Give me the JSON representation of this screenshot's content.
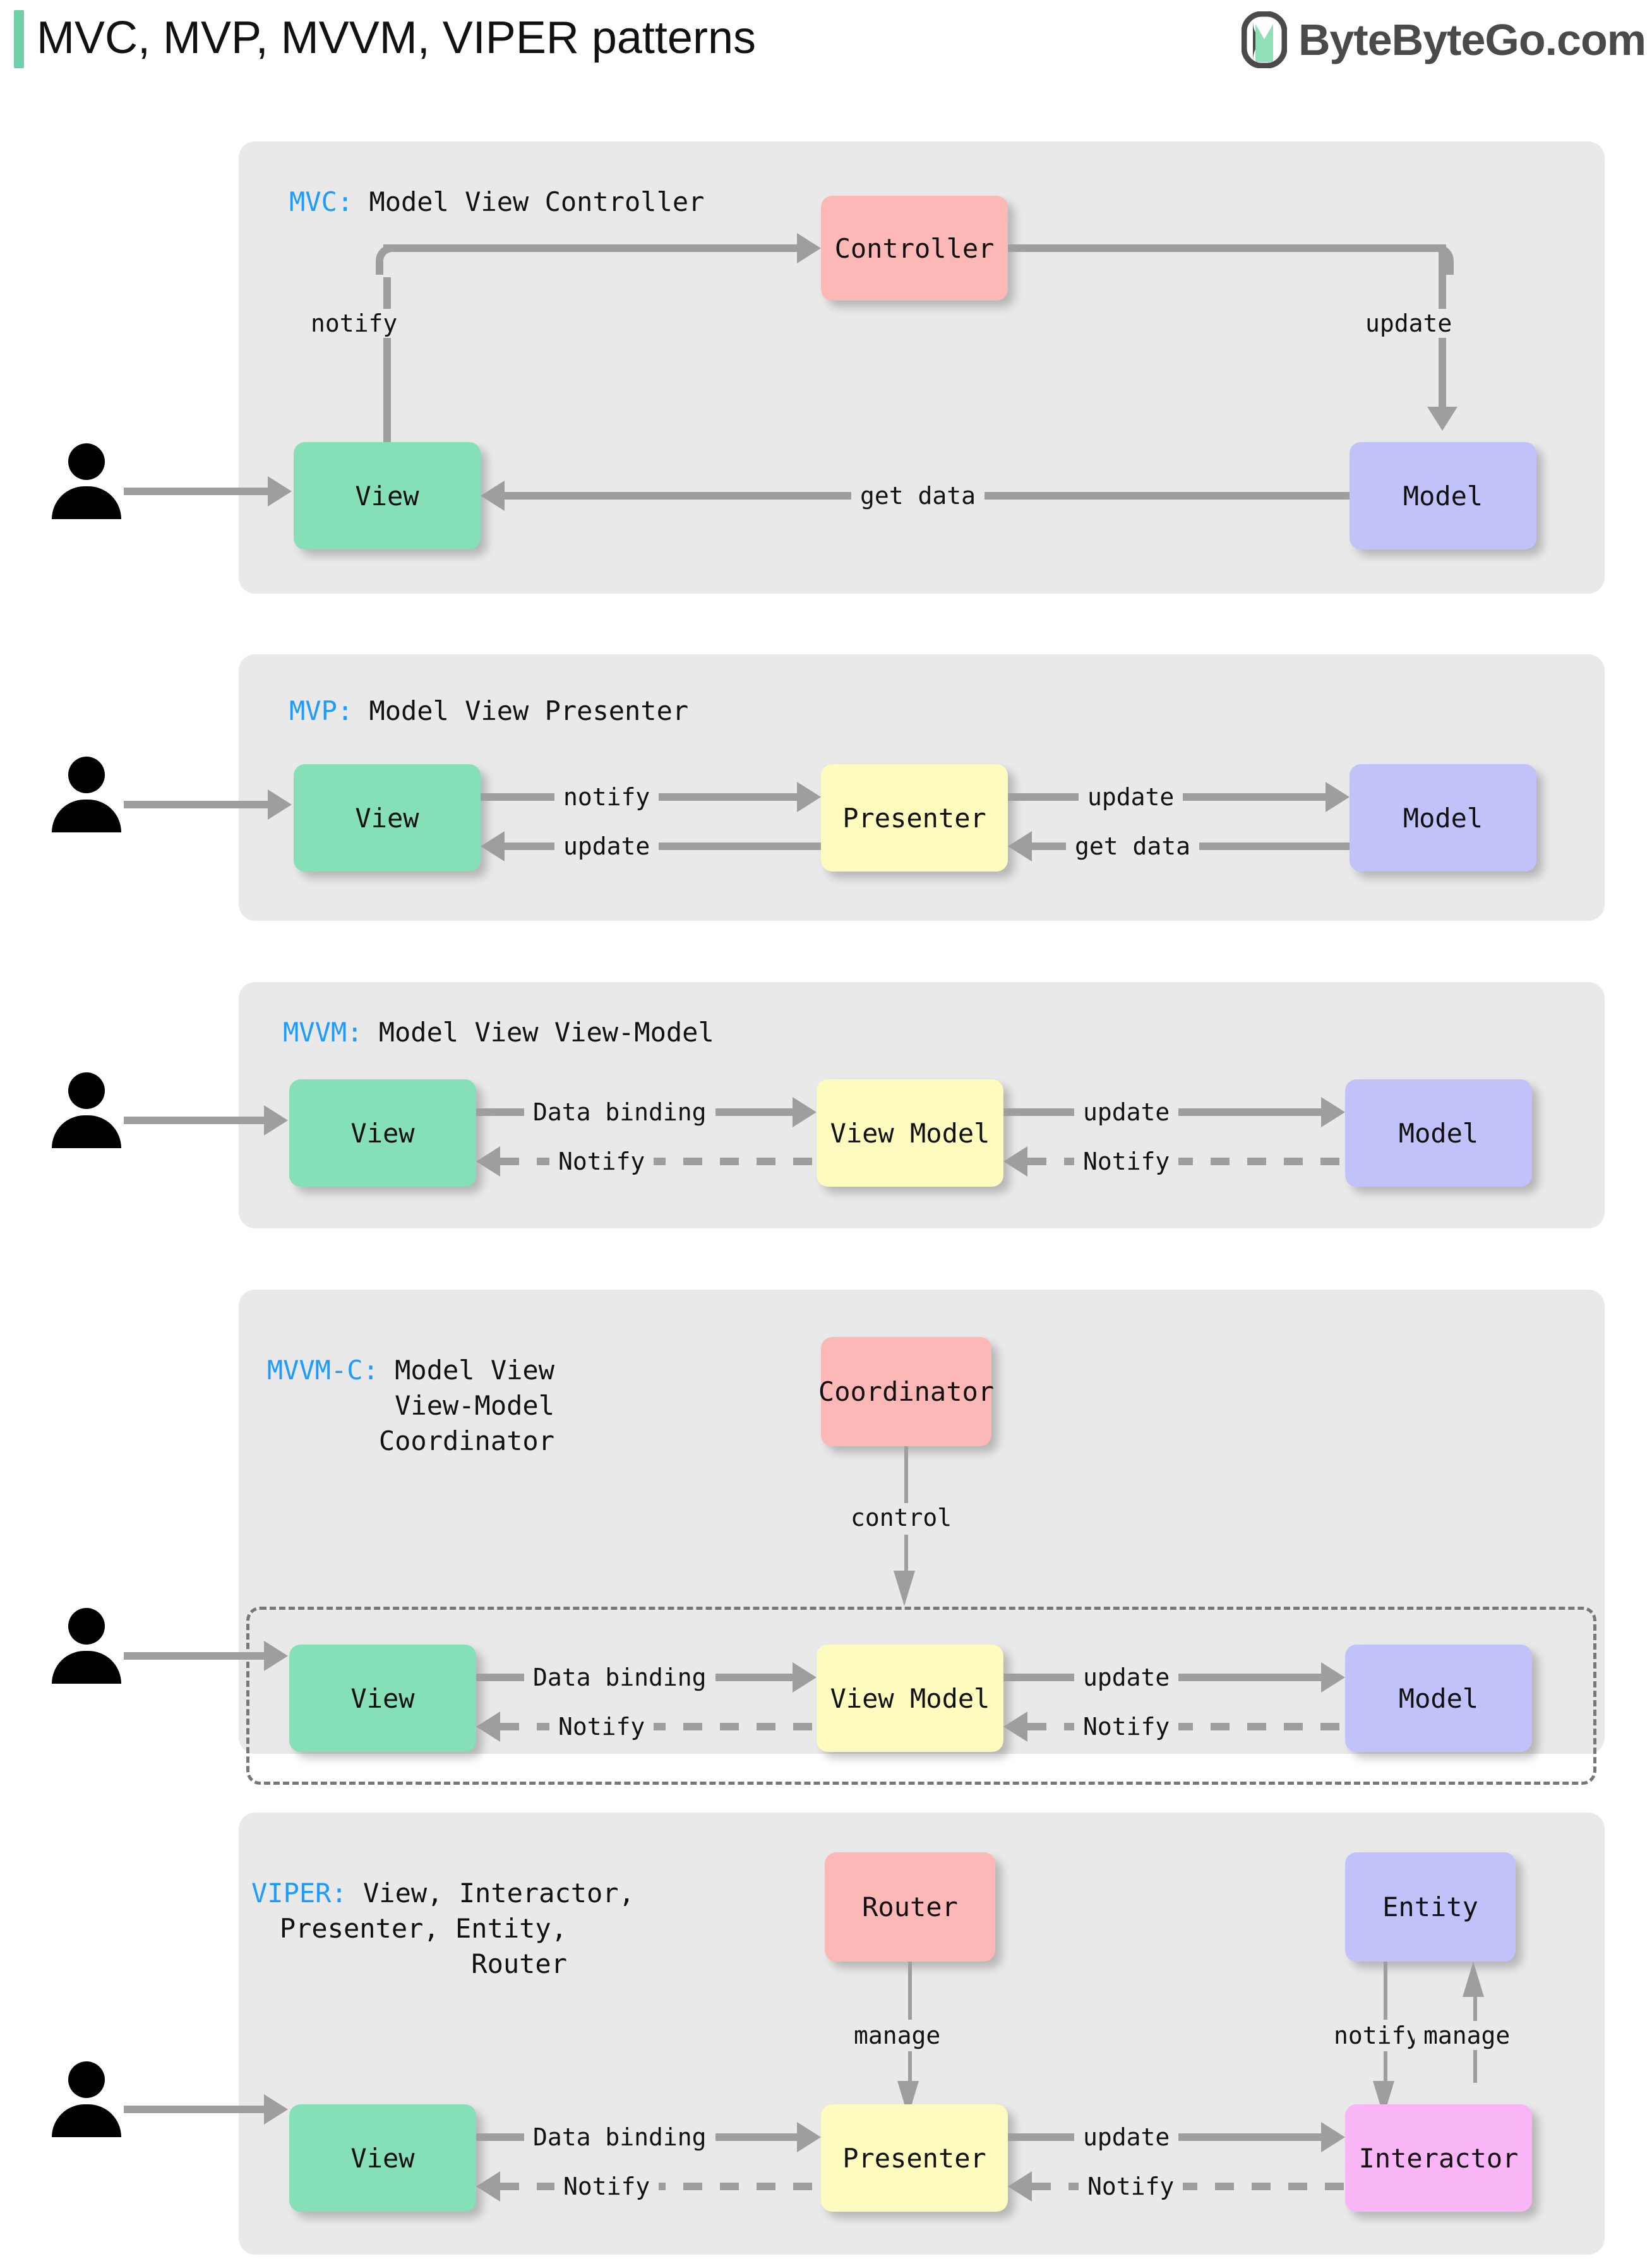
{
  "header": {
    "title": "MVC, MVP, MVVM, VIPER patterns",
    "brand": "ByteByteGo.com",
    "accent_color": "#6ecfa8",
    "brand_text_color": "#4a4a4a"
  },
  "colors": {
    "panel_bg": "#e9e9e9",
    "view": "#85e0b8",
    "model": "#c2c2fa",
    "controller": "#fcb7b7",
    "presenter": "#fdfbbd",
    "interactor": "#f9b6f6",
    "connector": "#9e9e9e",
    "key_label": "#1e9bff"
  },
  "sections": [
    {
      "id": "mvc",
      "key": "MVC:",
      "title": " Model View Controller",
      "nodes": {
        "view": "View",
        "controller": "Controller",
        "model": "Model"
      },
      "edges": {
        "notify": "notify",
        "update": "update",
        "get_data": "get data"
      }
    },
    {
      "id": "mvp",
      "key": "MVP:",
      "title": " Model View Presenter",
      "nodes": {
        "view": "View",
        "presenter": "Presenter",
        "model": "Model"
      },
      "edges": {
        "notify": "notify",
        "update_back": "update",
        "update": "update",
        "get_data": "get data"
      }
    },
    {
      "id": "mvvm",
      "key": "MVVM:",
      "title": " Model View View-Model",
      "nodes": {
        "view": "View",
        "view_model": "View Model",
        "model": "Model"
      },
      "edges": {
        "data_binding": "Data binding",
        "notify_left": "Notify",
        "update": "update",
        "notify_right": "Notify"
      }
    },
    {
      "id": "mvvmc",
      "key": "MVVM-C:",
      "title_lines": [
        " Model View",
        "View-Model",
        "Coordinator"
      ],
      "nodes": {
        "coordinator": "Coordinator",
        "view": "View",
        "view_model": "View Model",
        "model": "Model"
      },
      "edges": {
        "control": "control",
        "data_binding": "Data binding",
        "notify_left": "Notify",
        "update": "update",
        "notify_right": "Notify"
      }
    },
    {
      "id": "viper",
      "key": "VIPER:",
      "title_lines": [
        " View, Interactor,",
        "Presenter, Entity,",
        "Router"
      ],
      "nodes": {
        "router": "Router",
        "entity": "Entity",
        "view": "View",
        "presenter": "Presenter",
        "interactor": "Interactor"
      },
      "edges": {
        "manage": "manage",
        "notify_entity": "notify",
        "manage_entity": "manage",
        "data_binding": "Data binding",
        "notify_left": "Notify",
        "update": "update",
        "notify_right": "Notify"
      }
    }
  ]
}
